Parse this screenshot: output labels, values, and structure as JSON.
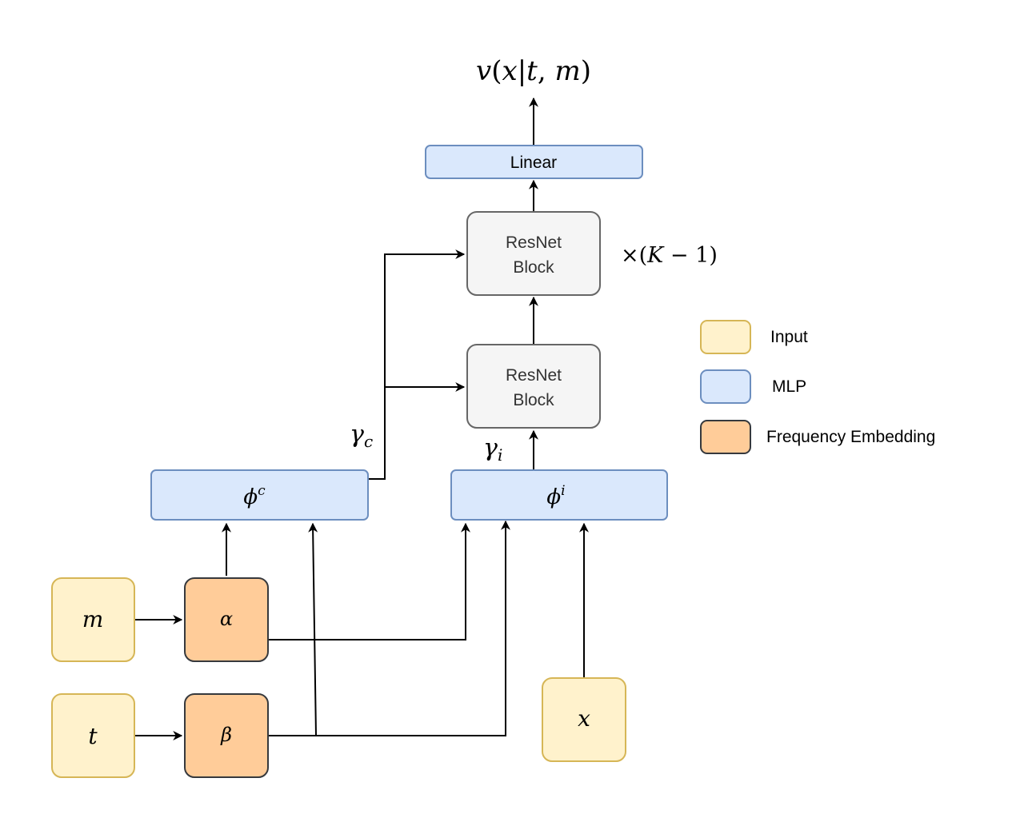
{
  "output": {
    "label_func": "v",
    "label_open": "(",
    "label_x": "x",
    "label_bar": "|",
    "label_t": "t",
    "label_comma": ", ",
    "label_m": "m",
    "label_close": ")"
  },
  "nodes": {
    "linear": {
      "label": "Linear"
    },
    "resnet_top": {
      "line1": "ResNet",
      "line2": "Block"
    },
    "resnet_bottom": {
      "line1": "ResNet",
      "line2": "Block"
    },
    "repeat": {
      "times": "×",
      "open": "(",
      "k": "K",
      "minus": " − ",
      "one": "1",
      "close": ")"
    },
    "phi_c": {
      "base": "ϕ",
      "sup": "c"
    },
    "phi_i": {
      "base": "ϕ",
      "sup": "i"
    },
    "gamma_c": {
      "base": "γ",
      "sub": "c"
    },
    "gamma_i": {
      "base": "γ",
      "sub": "i"
    },
    "alpha": {
      "label": "α"
    },
    "beta": {
      "label": "β"
    },
    "m": {
      "label": "m"
    },
    "t": {
      "label": "t"
    },
    "x": {
      "label": "x"
    }
  },
  "legend": {
    "items": [
      {
        "label": "Input",
        "color": "#fff2cc",
        "border": "#d6b656"
      },
      {
        "label": "MLP",
        "color": "#dae8fc",
        "border": "#6c8ebf"
      },
      {
        "label": "Frequency Embedding",
        "color": "#ffcc99",
        "border": "#36393d"
      }
    ]
  },
  "colors": {
    "input_fill": "#fff2cc",
    "input_stroke": "#d6b656",
    "mlp_fill": "#dae8fc",
    "mlp_stroke": "#6c8ebf",
    "freq_fill": "#ffcc99",
    "freq_stroke": "#36393d",
    "block_fill": "#f5f5f5",
    "block_stroke": "#666666",
    "edge": "#000000"
  }
}
